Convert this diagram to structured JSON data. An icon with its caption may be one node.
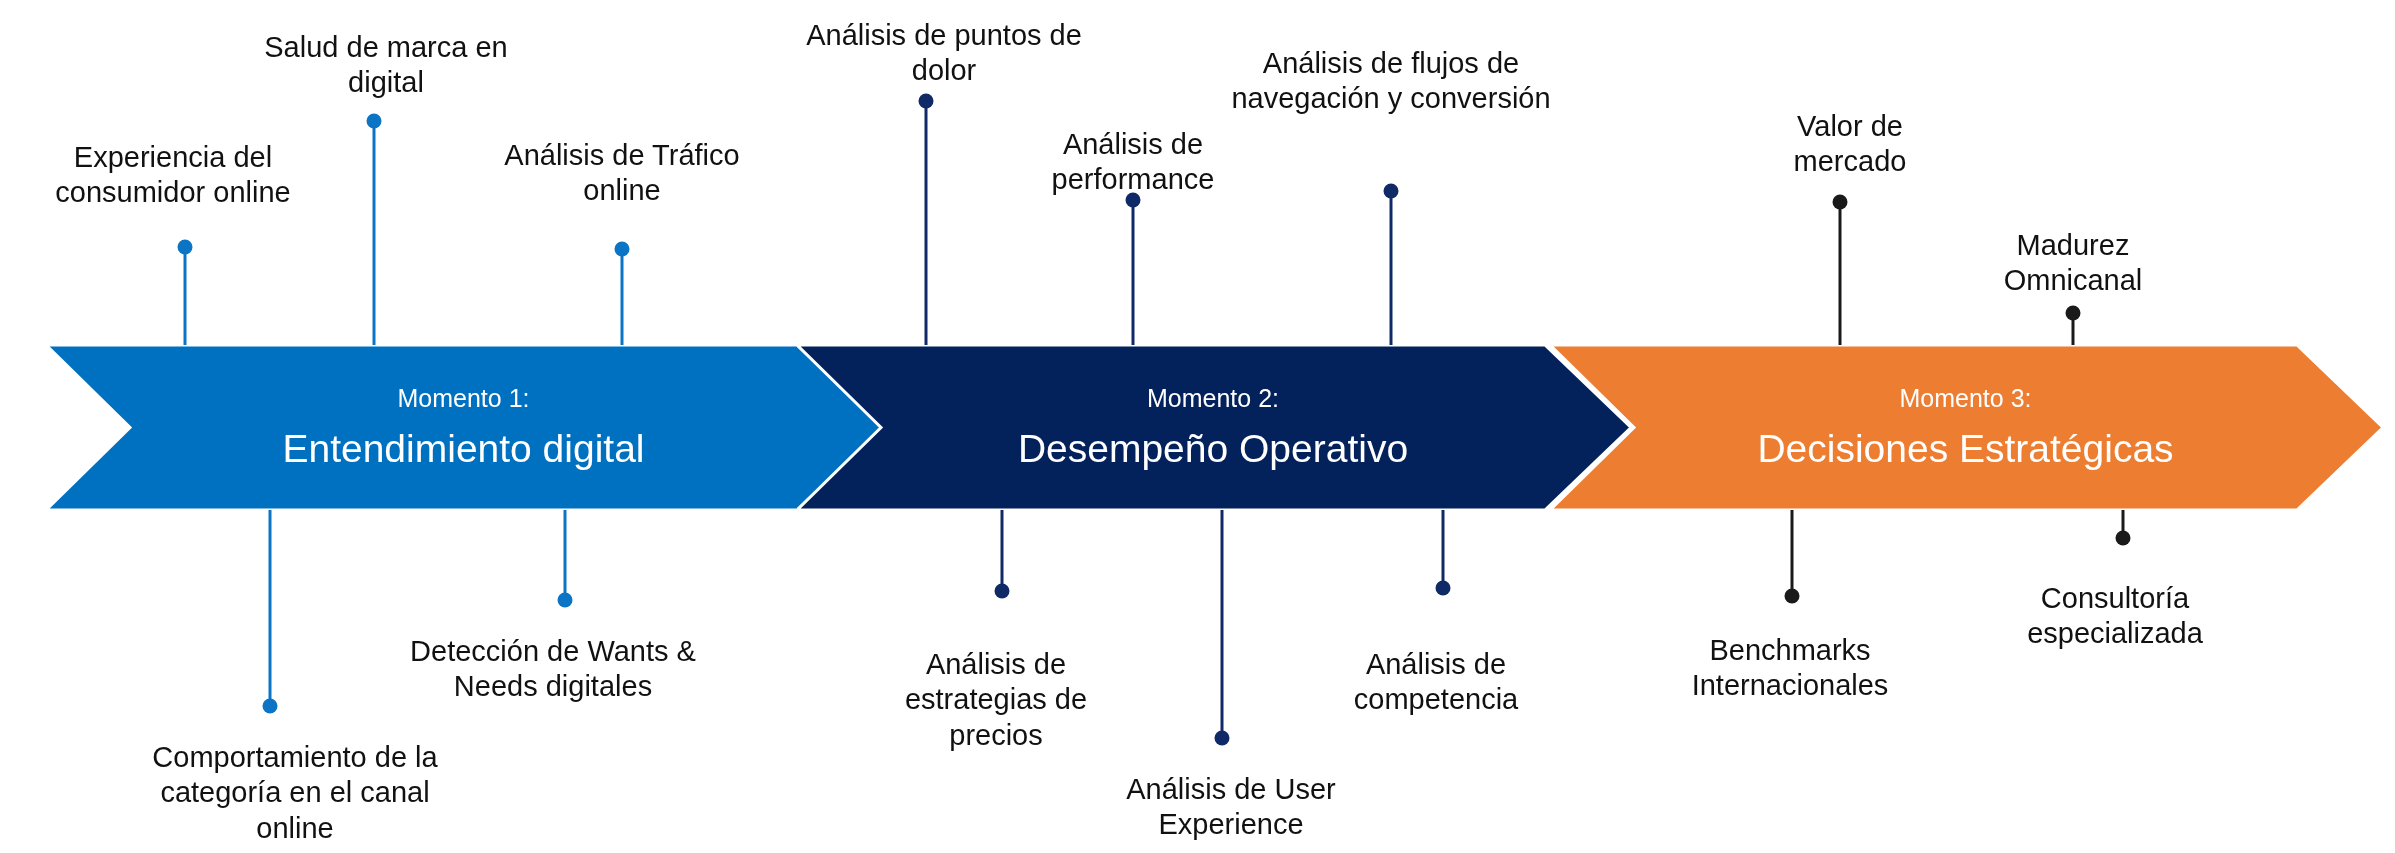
{
  "diagram": {
    "nodes": [
      {
        "text": [
          "Momento 1:",
          "Entendimiento digital"
        ]
      },
      {
        "text": [
          "Momento 2:",
          "Desempeño Operativo"
        ]
      },
      {
        "text": [
          "Momento 3:",
          "Decisiones Estratégicas"
        ]
      },
      {
        "text": [
          "Experiencia del consumidor online"
        ]
      },
      {
        "text": [
          "Salud de marca en digital"
        ]
      },
      {
        "text": [
          "Análisis de Tráfico online"
        ]
      },
      {
        "text": [
          "Análisis de puntos de dolor"
        ]
      },
      {
        "text": [
          "Análisis de performance"
        ]
      },
      {
        "text": [
          "Análisis de flujos de navegación y conversión"
        ]
      },
      {
        "text": [
          "Valor de mercado"
        ]
      },
      {
        "text": [
          "Madurez Omnicanal"
        ]
      },
      {
        "text": [
          "Comportamiento de la categoría en el canal online"
        ]
      },
      {
        "text": [
          "Detección de Wants & Needs digitales"
        ]
      },
      {
        "text": [
          "Análisis de estrategias de precios"
        ]
      },
      {
        "text": [
          "Análisis de User Experience"
        ]
      },
      {
        "text": [
          "Análisis de competencia"
        ]
      },
      {
        "text": [
          "Benchmarks Internacionales"
        ]
      },
      {
        "text": [
          "Consultoría especializada"
        ]
      }
    ],
    "edges": [
      {
        "from": 3,
        "to": 0,
        "arrow": "other",
        "color": "#0b74c4"
      },
      {
        "from": 4,
        "to": 0,
        "arrow": "other",
        "color": "#0b74c4"
      },
      {
        "from": 5,
        "to": 0,
        "arrow": "other",
        "color": "#0b74c4"
      },
      {
        "from": 6,
        "to": 1,
        "arrow": "other",
        "color": "#0f2a66"
      },
      {
        "from": 7,
        "to": 1,
        "arrow": "other",
        "color": "#0f2a66"
      },
      {
        "from": 8,
        "to": 1,
        "arrow": "other",
        "color": "#0f2a66"
      },
      {
        "from": 9,
        "to": 2,
        "arrow": "other",
        "color": "#1a1a1a"
      },
      {
        "from": 10,
        "to": 2,
        "arrow": "other",
        "color": "#1a1a1a"
      },
      {
        "from": 11,
        "to": 0,
        "arrow": "other",
        "color": "#0b74c4"
      },
      {
        "from": 12,
        "to": 0,
        "arrow": "other",
        "color": "#0b74c4"
      },
      {
        "from": 13,
        "to": 1,
        "arrow": "other",
        "color": "#0f2a66"
      },
      {
        "from": 14,
        "to": 1,
        "arrow": "other",
        "color": "#0f2a66"
      },
      {
        "from": 15,
        "to": 1,
        "arrow": "other",
        "color": "#0f2a66"
      },
      {
        "from": 16,
        "to": 2,
        "arrow": "other",
        "color": "#1a1a1a"
      },
      {
        "from": 17,
        "to": 2,
        "arrow": "other",
        "color": "#1a1a1a"
      }
    ]
  }
}
